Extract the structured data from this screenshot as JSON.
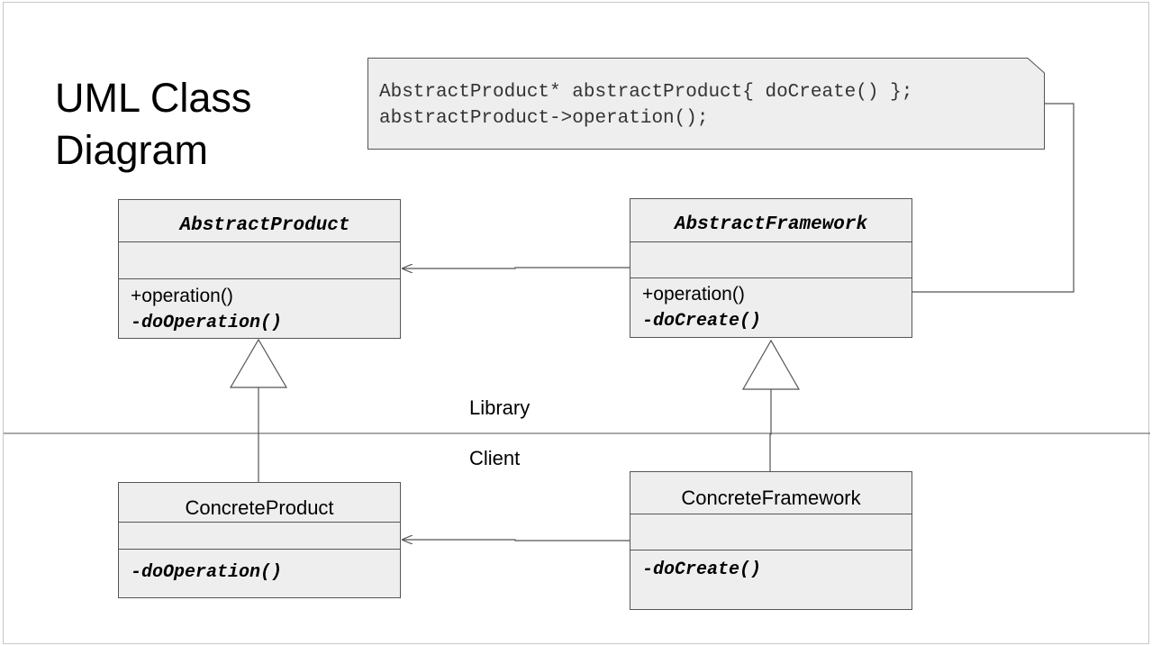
{
  "title": {
    "line1": "UML Class",
    "line2": "Diagram"
  },
  "note": {
    "line1": "AbstractProduct* abstractProduct{ doCreate() };",
    "line2": "abstractProduct->operation();"
  },
  "classes": {
    "abstract_product": {
      "name": "AbstractProduct",
      "op1": "+operation()",
      "op2": "-doOperation()"
    },
    "abstract_framework": {
      "name": "AbstractFramework",
      "op1": "+operation()",
      "op2": "-doCreate()"
    },
    "concrete_product": {
      "name": "ConcreteProduct",
      "op1": "-doOperation()"
    },
    "concrete_framework": {
      "name": "ConcreteFramework",
      "op1": "-doCreate()"
    }
  },
  "boundary": {
    "upper": "Library",
    "lower": "Client"
  },
  "colors": {
    "box_fill": "#eeeeee",
    "line": "#555555"
  }
}
